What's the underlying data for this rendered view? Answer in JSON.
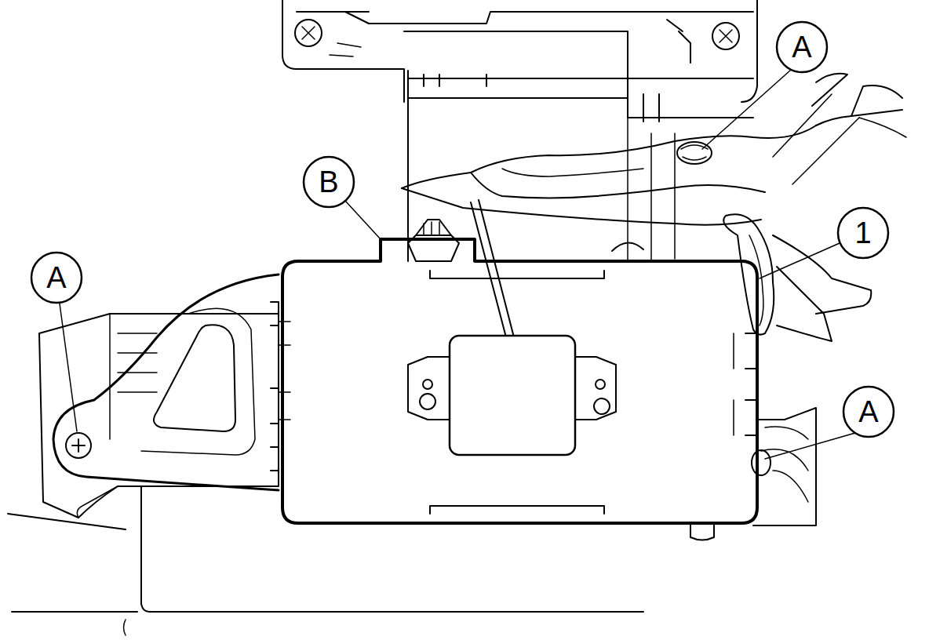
{
  "diagram": {
    "labels": [
      "A",
      "B",
      "1",
      "A",
      "A"
    ]
  }
}
